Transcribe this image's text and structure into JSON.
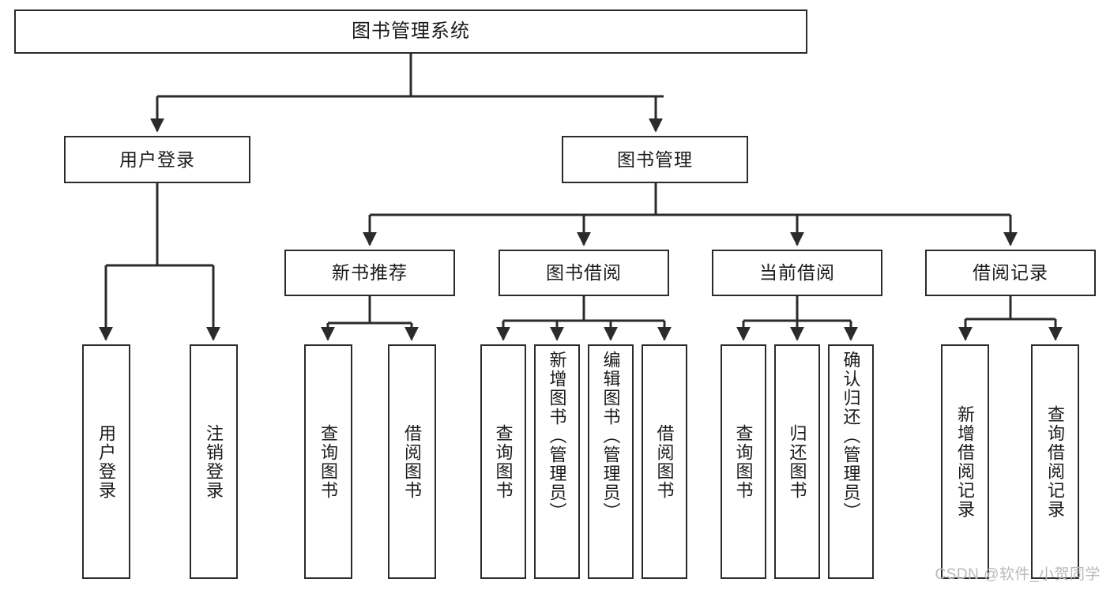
{
  "diagram": {
    "title": "图书管理系统",
    "watermark": "CSDN @软件_小贺同学",
    "colors": {
      "box_border": "#2b2b2b",
      "box_fill": "#ffffff",
      "edge": "#2b2b2b",
      "text": "#1b1b1b",
      "watermark": "#b9b9b9",
      "background": "#ffffff"
    },
    "root": {
      "label": "图书管理系统"
    },
    "level2": [
      {
        "label": "用户登录"
      },
      {
        "label": "图书管理"
      }
    ],
    "level3": [
      {
        "label": "新书推荐"
      },
      {
        "label": "图书借阅"
      },
      {
        "label": "当前借阅"
      },
      {
        "label": "借阅记录"
      }
    ],
    "leaves": {
      "user_login": [
        {
          "label": "用户登录"
        },
        {
          "label": "注销登录"
        }
      ],
      "new_book": [
        {
          "label": "查询图书"
        },
        {
          "label": "借阅图书"
        }
      ],
      "book_borrow": [
        {
          "label": "查询图书"
        },
        {
          "label": "新增图书（管理员）"
        },
        {
          "label": "编辑图书（管理员）"
        },
        {
          "label": "借阅图书"
        }
      ],
      "current_borrow": [
        {
          "label": "查询图书"
        },
        {
          "label": "归还图书"
        },
        {
          "label": "确认归还（管理员）"
        }
      ],
      "borrow_record": [
        {
          "label": "新增借阅记录"
        },
        {
          "label": "查询借阅记录"
        }
      ]
    }
  }
}
